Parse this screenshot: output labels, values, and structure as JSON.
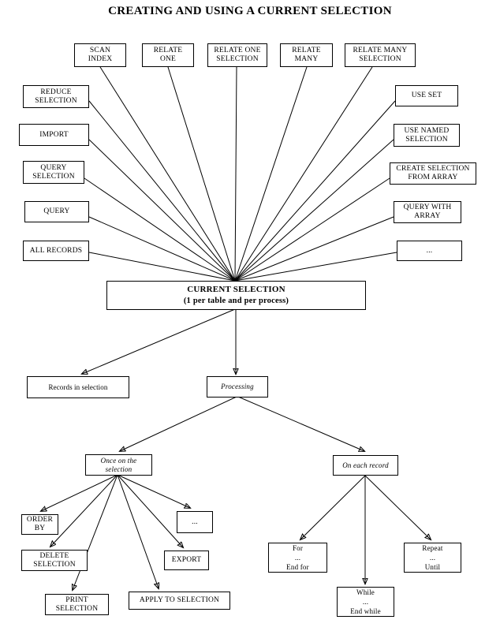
{
  "title": "CREATING AND USING A CURRENT SELECTION",
  "diagram": {
    "type": "flowchart",
    "top_sources": [
      {
        "id": "scan-index",
        "label": "SCAN\nINDEX",
        "lines": [
          "SCAN",
          "INDEX"
        ]
      },
      {
        "id": "relate-one",
        "label": "RELATE\nONE",
        "lines": [
          "RELATE",
          "ONE"
        ]
      },
      {
        "id": "relate-one-selection",
        "label": "RELATE ONE\nSELECTION",
        "lines": [
          "RELATE ONE",
          "SELECTION"
        ]
      },
      {
        "id": "relate-many",
        "label": "RELATE\nMANY",
        "lines": [
          "RELATE",
          "MANY"
        ]
      },
      {
        "id": "relate-many-selection",
        "label": "RELATE MANY\nSELECTION",
        "lines": [
          "RELATE MANY",
          "SELECTION"
        ]
      }
    ],
    "left_sources": [
      {
        "id": "reduce-selection",
        "lines": [
          "REDUCE",
          "SELECTION"
        ]
      },
      {
        "id": "import",
        "lines": [
          "IMPORT"
        ]
      },
      {
        "id": "query-selection",
        "lines": [
          "QUERY",
          "SELECTION"
        ]
      },
      {
        "id": "query",
        "lines": [
          "QUERY"
        ]
      },
      {
        "id": "all-records",
        "lines": [
          "ALL RECORDS"
        ]
      }
    ],
    "right_sources": [
      {
        "id": "use-set",
        "lines": [
          "USE SET"
        ]
      },
      {
        "id": "use-named-selection",
        "lines": [
          "USE NAMED",
          "SELECTION"
        ]
      },
      {
        "id": "create-selection-from-array",
        "lines": [
          "CREATE SELECTION",
          "FROM  ARRAY"
        ]
      },
      {
        "id": "query-with-array",
        "lines": [
          "QUERY WITH",
          "ARRAY"
        ]
      },
      {
        "id": "ellipsis-right",
        "lines": [
          "..."
        ]
      }
    ],
    "center": {
      "id": "current-selection",
      "line1": "CURRENT SELECTION",
      "line2": "(1 per table and per process)"
    },
    "outputs": [
      {
        "id": "records-in-selection",
        "lines": [
          "Records in selection"
        ]
      },
      {
        "id": "processing",
        "lines": [
          "Processing"
        ]
      }
    ],
    "branches": [
      {
        "id": "once-on-the-selection",
        "lines": [
          "Once on the",
          "selection"
        ]
      },
      {
        "id": "on-each-record",
        "lines": [
          "On each record"
        ]
      }
    ],
    "once_actions": [
      {
        "id": "order-by",
        "lines": [
          "ORDER",
          "BY"
        ]
      },
      {
        "id": "delete-selection",
        "lines": [
          "DELETE",
          "SELECTION"
        ]
      },
      {
        "id": "print-selection",
        "lines": [
          "PRINT",
          "SELECTION"
        ]
      },
      {
        "id": "apply-to-selection",
        "lines": [
          "APPLY TO SELECTION"
        ]
      },
      {
        "id": "export",
        "lines": [
          "EXPORT"
        ]
      },
      {
        "id": "ellipsis-once",
        "lines": [
          "..."
        ]
      }
    ],
    "each_record_actions": [
      {
        "id": "for-loop",
        "lines": [
          "For",
          "...",
          "End for"
        ]
      },
      {
        "id": "while-loop",
        "lines": [
          "While",
          "...",
          "End while"
        ]
      },
      {
        "id": "repeat-loop",
        "lines": [
          "Repeat",
          "...",
          "Until"
        ]
      }
    ],
    "colors": {
      "background": "#ffffff",
      "stroke": "#000000",
      "text": "#000000"
    }
  }
}
